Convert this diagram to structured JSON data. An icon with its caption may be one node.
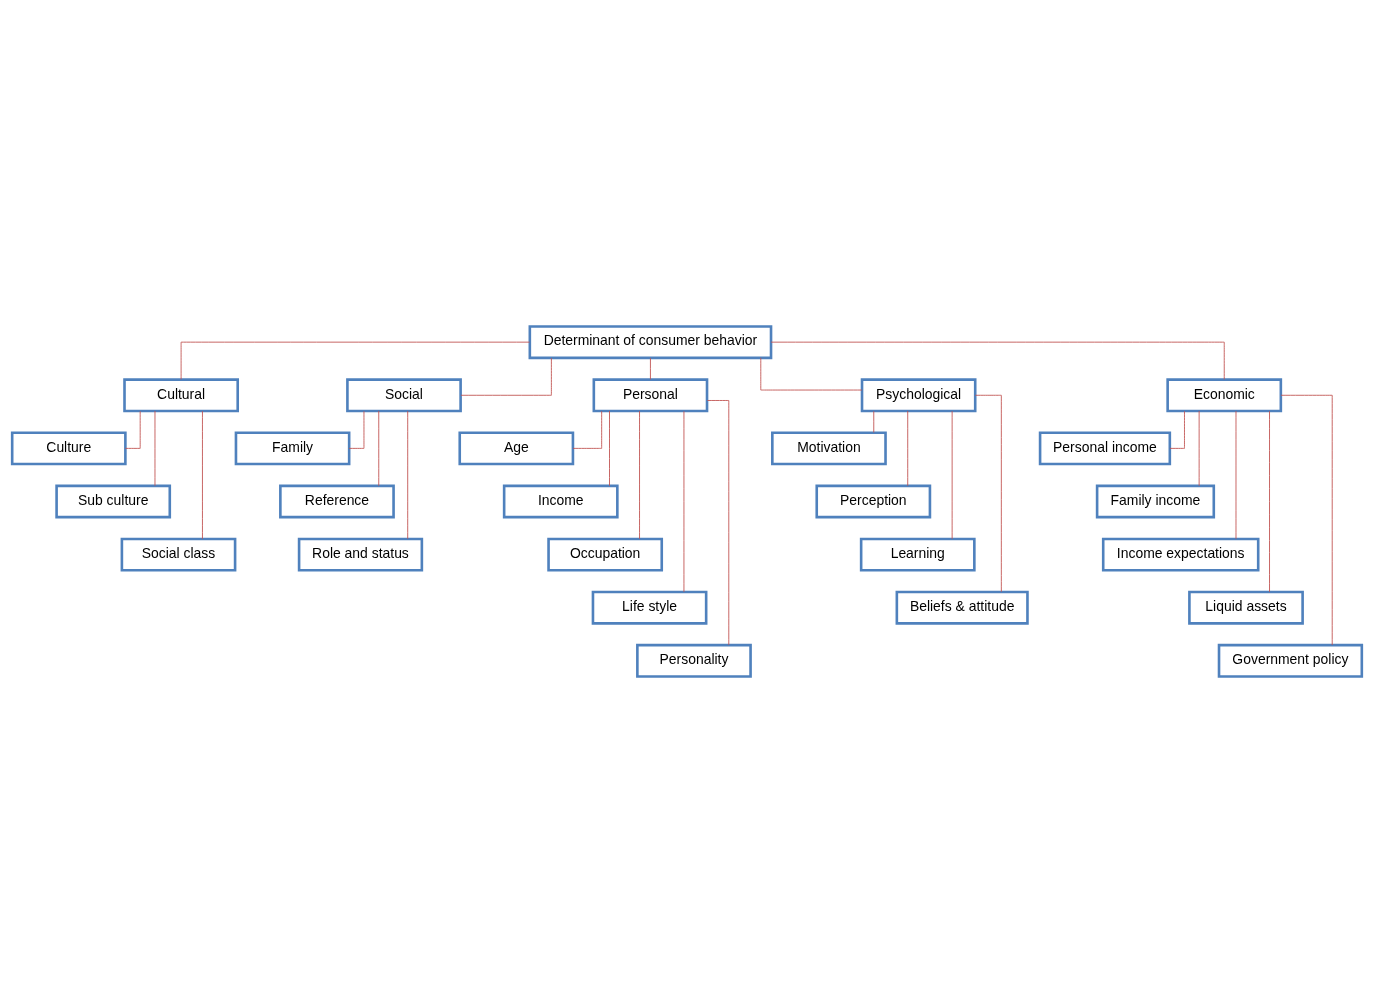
{
  "diagram": {
    "nodes": [
      {
        "text": [
          "Determinant of consumer behavior"
        ]
      },
      {
        "text": [
          "Cultural"
        ]
      },
      {
        "text": [
          "Social"
        ]
      },
      {
        "text": [
          "Personal"
        ]
      },
      {
        "text": [
          "Psychological"
        ]
      },
      {
        "text": [
          "Economic"
        ]
      },
      {
        "text": [
          "Culture"
        ]
      },
      {
        "text": [
          "Sub culture"
        ]
      },
      {
        "text": [
          "Social class"
        ]
      },
      {
        "text": [
          "Family"
        ]
      },
      {
        "text": [
          "Reference"
        ]
      },
      {
        "text": [
          "Role and status"
        ]
      },
      {
        "text": [
          "Age"
        ]
      },
      {
        "text": [
          "Income"
        ]
      },
      {
        "text": [
          "Occupation"
        ]
      },
      {
        "text": [
          "Life style"
        ]
      },
      {
        "text": [
          "Personality"
        ]
      },
      {
        "text": [
          "Motivation"
        ]
      },
      {
        "text": [
          "Perception"
        ]
      },
      {
        "text": [
          "Learning"
        ]
      },
      {
        "text": [
          "Beliefs & attitude"
        ]
      },
      {
        "text": [
          "Personal income"
        ]
      },
      {
        "text": [
          "Family income"
        ]
      },
      {
        "text": [
          "Income expectations"
        ]
      },
      {
        "text": [
          "Liquid assets"
        ]
      },
      {
        "text": [
          "Government policy"
        ]
      }
    ],
    "edges": [
      {
        "from": 0,
        "to": 1,
        "arrow": "none"
      },
      {
        "from": 0,
        "to": 2,
        "arrow": "none"
      },
      {
        "from": 0,
        "to": 3,
        "arrow": "none"
      },
      {
        "from": 0,
        "to": 4,
        "arrow": "none"
      },
      {
        "from": 0,
        "to": 5,
        "arrow": "none"
      },
      {
        "from": 1,
        "to": 6,
        "arrow": "none"
      },
      {
        "from": 1,
        "to": 7,
        "arrow": "none"
      },
      {
        "from": 1,
        "to": 8,
        "arrow": "none"
      },
      {
        "from": 2,
        "to": 9,
        "arrow": "none"
      },
      {
        "from": 2,
        "to": 10,
        "arrow": "none"
      },
      {
        "from": 2,
        "to": 11,
        "arrow": "none"
      },
      {
        "from": 3,
        "to": 12,
        "arrow": "none"
      },
      {
        "from": 3,
        "to": 13,
        "arrow": "none"
      },
      {
        "from": 3,
        "to": 14,
        "arrow": "none"
      },
      {
        "from": 3,
        "to": 15,
        "arrow": "none"
      },
      {
        "from": 3,
        "to": 16,
        "arrow": "none"
      },
      {
        "from": 4,
        "to": 17,
        "arrow": "none"
      },
      {
        "from": 4,
        "to": 18,
        "arrow": "none"
      },
      {
        "from": 4,
        "to": 19,
        "arrow": "none"
      },
      {
        "from": 4,
        "to": 20,
        "arrow": "none"
      },
      {
        "from": 5,
        "to": 21,
        "arrow": "none"
      },
      {
        "from": 5,
        "to": 22,
        "arrow": "none"
      },
      {
        "from": 5,
        "to": 23,
        "arrow": "none"
      },
      {
        "from": 5,
        "to": 24,
        "arrow": "none"
      },
      {
        "from": 5,
        "to": 25,
        "arrow": "none"
      }
    ]
  }
}
